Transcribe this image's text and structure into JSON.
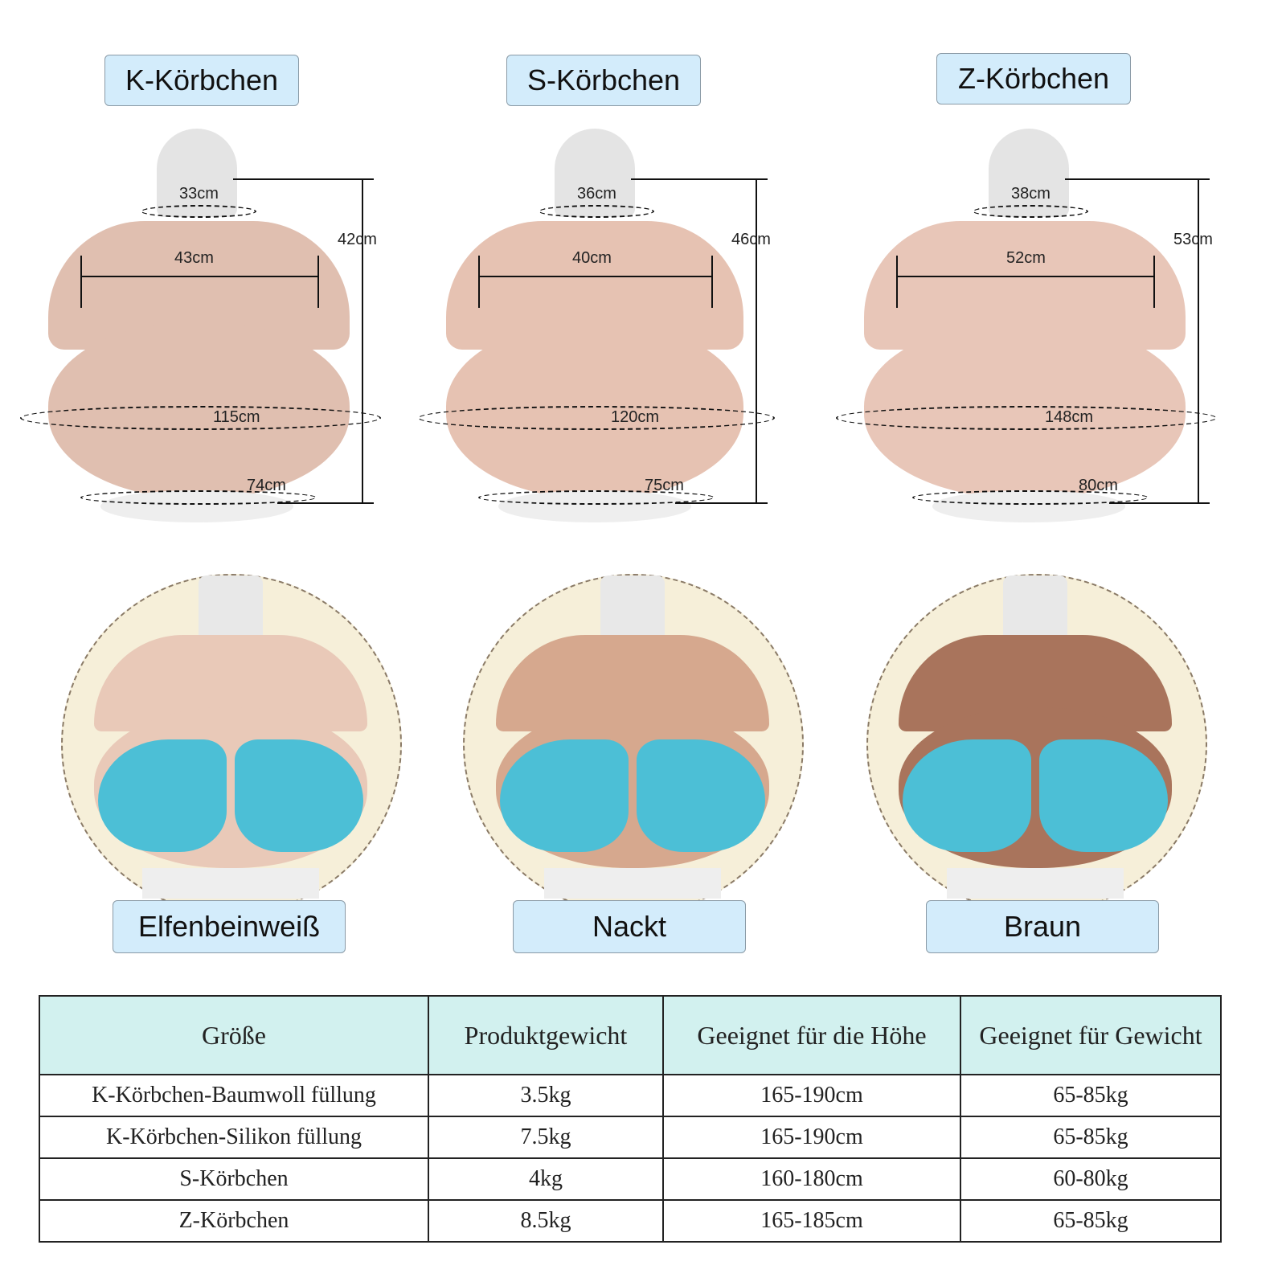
{
  "sizes": [
    {
      "label": "K-Körbchen",
      "neck": "33cm",
      "shoulder": "43cm",
      "height": "42cm",
      "bust": "115cm",
      "base": "74cm"
    },
    {
      "label": "S-Körbchen",
      "neck": "36cm",
      "shoulder": "40cm",
      "height": "46cm",
      "bust": "120cm",
      "base": "75cm"
    },
    {
      "label": "Z-Körbchen",
      "neck": "38cm",
      "shoulder": "52cm",
      "height": "53cm",
      "bust": "148cm",
      "base": "80cm"
    }
  ],
  "colors": [
    {
      "label": "Elfenbeinweiß",
      "tone": "#e9c9b8"
    },
    {
      "label": "Nackt",
      "tone": "#d6a88e"
    },
    {
      "label": "Braun",
      "tone": "#a9745c"
    }
  ],
  "table": {
    "headers": [
      "Größe",
      "Produktgewicht",
      "Geeignet für die Höhe",
      "Geeignet für Gewicht"
    ],
    "rows": [
      [
        "K-Körbchen-Baumwoll füllung",
        "3.5kg",
        "165-190cm",
        "65-85kg"
      ],
      [
        "K-Körbchen-Silikon füllung",
        "7.5kg",
        "165-190cm",
        "65-85kg"
      ],
      [
        "S-Körbchen",
        "4kg",
        "160-180cm",
        "60-80kg"
      ],
      [
        "Z-Körbchen",
        "8.5kg",
        "165-185cm",
        "65-85kg"
      ]
    ]
  }
}
